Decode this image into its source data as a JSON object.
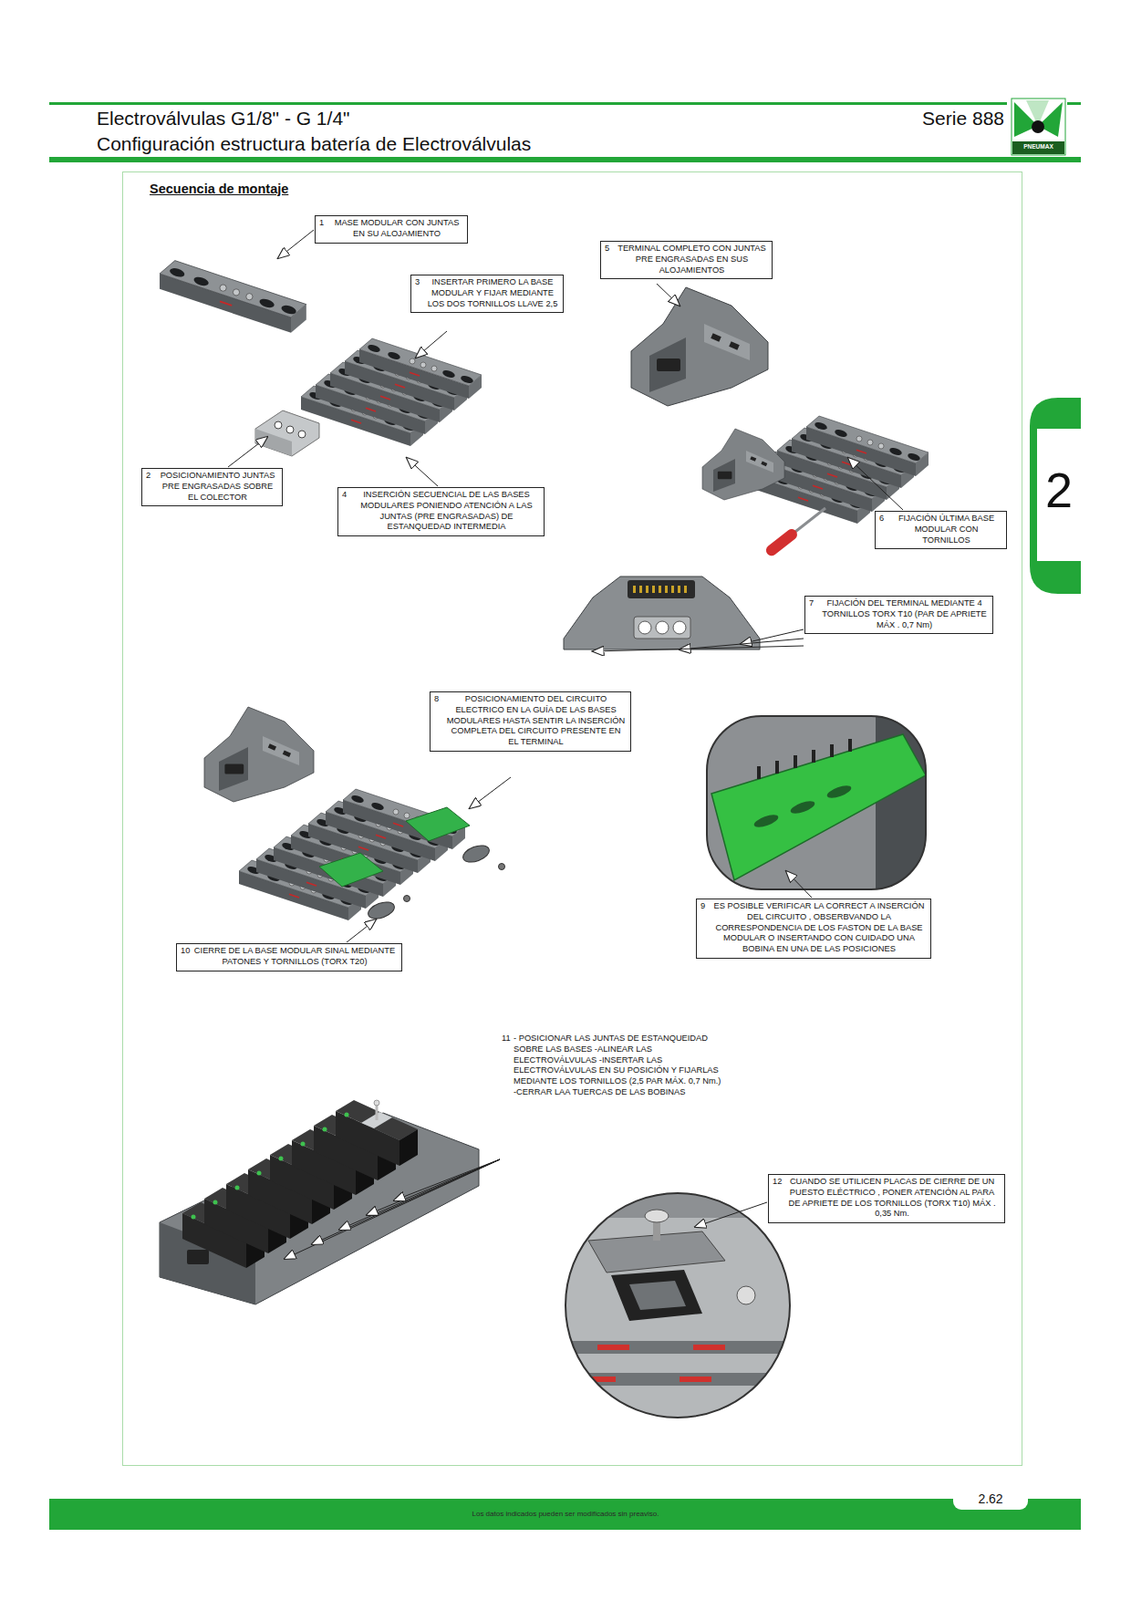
{
  "diagram": {
    "title": "Electroválvulas G1/8\" - G 1/4\"",
    "nodes": [
      {
        "text": [
          "Secuencia de montaje"
        ]
      },
      {
        "text": [
          "1",
          "MASE MODULAR CON JUNTAS EN SU ALOJAMIENTO"
        ],
        "in": 0
      },
      {
        "text": [
          "2",
          "POSICIONAMIENTO JUNTAS PRE ENGRASADAS SOBRE EL COLECTOR"
        ],
        "in": 0
      },
      {
        "text": [
          "3",
          "INSERTAR PRIMERO LA BASE MODULAR Y FIJAR MEDIANTE LOS DOS TORNILLOS LLAVE 2,5"
        ],
        "in": 0
      },
      {
        "text": [
          "4",
          "INSERCIÓN SECUENCIAL DE LAS BASES MODULARES PONIENDO ATENCIÓN A LAS JUNTAS (PRE ENGRASADAS) DE ESTANQUEDAD INTERMEDIA"
        ],
        "in": 0
      },
      {
        "text": [
          "5",
          "TERMINAL COMPLETO CON JUNTAS PRE ENGRASADAS EN SUS ALOJAMIENTOS"
        ],
        "in": 0
      },
      {
        "text": [
          "6",
          "FIJACIÓN ÚLTIMA BASE MODULAR CON TORNILLOS"
        ],
        "in": 0
      },
      {
        "text": [
          "7",
          "FIJACIÓN DEL TERMINAL MEDIANTE 4 TORNILLOS TORX T10 (PAR DE APRIETE MÁX . 0,7 Nm)"
        ],
        "in": 0
      },
      {
        "text": [
          "8",
          "POSICIONAMIENTO DEL CIRCUITO ELECTRICO EN LA GUÍA DE LAS BASES MODULARES HASTA SENTIR LA INSERCIÓN COMPLETA DEL CIRCUITO PRESENTE EN EL TERMINAL"
        ],
        "in": 0
      },
      {
        "text": [
          "9",
          "ES POSIBLE VERIFICAR LA CORRECT A INSERCIÓN DEL CIRCUITO , OBSERBVANDO LA CORRESPONDENCIA DE LOS FASTON DE LA BASE MODULAR O INSERTANDO CON CUIDADO UNA BOBINA EN UNA DE LAS POSICIONES"
        ],
        "in": 0
      },
      {
        "text": [
          "10",
          "CIERRE DE LA BASE MODULAR SINAL MEDIANTE PATONES Y TORNILLOS (TORX T20)"
        ],
        "in": 0
      },
      {
        "text": [
          "11",
          "- POSICIONAR LAS JUNTAS DE ESTANQUEIDAD SOBRE LAS BASES -ALINEAR LAS ELECTROVÁLVULAS -INSERTAR LAS ELECTROVÁLVULAS EN SU POSICIÓN Y FIJARLAS MEDIANTE LOS TORNILLOS (2,5 PAR MÁX. 0,7 Nm.) -CERRAR LAA TUERCAS DE LAS BOBINAS"
        ],
        "in": 0
      },
      {
        "text": [
          "12",
          "CUANDO SE UTILICEN PLACAS DE CIERRE DE UN PUESTO ELÉCTRICO , PONER ATENCIÓN AL PARA DE APRIETE DE LOS TORNILLOS (TORX T10) MÁX . 0,35 Nm."
        ],
        "in": 0
      }
    ],
    "labels": [
      "Configuración estructura batería de Electroválvulas",
      "Serie 888",
      "PNEUMAX",
      "2",
      "2.62",
      "Los datos indicados pueden ser modificados sin preaviso."
    ]
  }
}
